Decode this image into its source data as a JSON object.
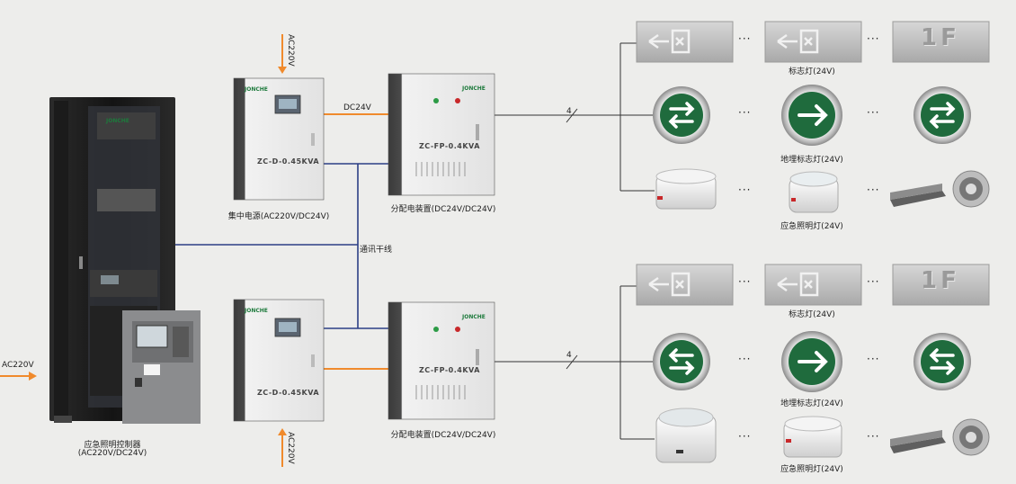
{
  "labels": {
    "controller": "应急照明控制器",
    "controller_spec": "(AC220V/DC24V)",
    "power_supply": "集中电源(AC220V/DC24V)",
    "distribution_top": "分配电装置(DC24V/DC24V)",
    "distribution_bottom": "分配电装置(DC24V/DC24V)",
    "comm_bus": "通讯干线",
    "dc24v": "DC24V",
    "ac220v_left": "AC220V",
    "ac220v_top": "AC220V",
    "ac220v_bottom": "AC220V",
    "wires_top": "4",
    "wires_bottom": "4",
    "sign_lamp_top": "标志灯(24V)",
    "floor_sign_top": "地埋标志灯(24V)",
    "emergency_lamp_top": "应急照明灯(24V)",
    "sign_lamp_bottom": "标志灯(24V)",
    "floor_sign_bottom": "地埋标志灯(24V)",
    "emergency_lamp_bottom": "应急照明灯(24V)"
  },
  "devices": {
    "power_supply_model_top": "ZC-D-0.45KVA",
    "power_supply_model_bottom": "ZC-D-0.45KVA",
    "distribution_model_top": "ZC-FP-0.4KVA",
    "distribution_model_bottom": "ZC-FP-0.4KVA",
    "brand": "JONCHE"
  },
  "signs": {
    "floor_text_top": "1F",
    "floor_text_bottom": "1F",
    "ellipsis": "···"
  },
  "colors": {
    "background": "#ededeb",
    "power_line": "#f08a2c",
    "comm_line": "#2c3f86",
    "sign_green": "#1f6b3d"
  }
}
